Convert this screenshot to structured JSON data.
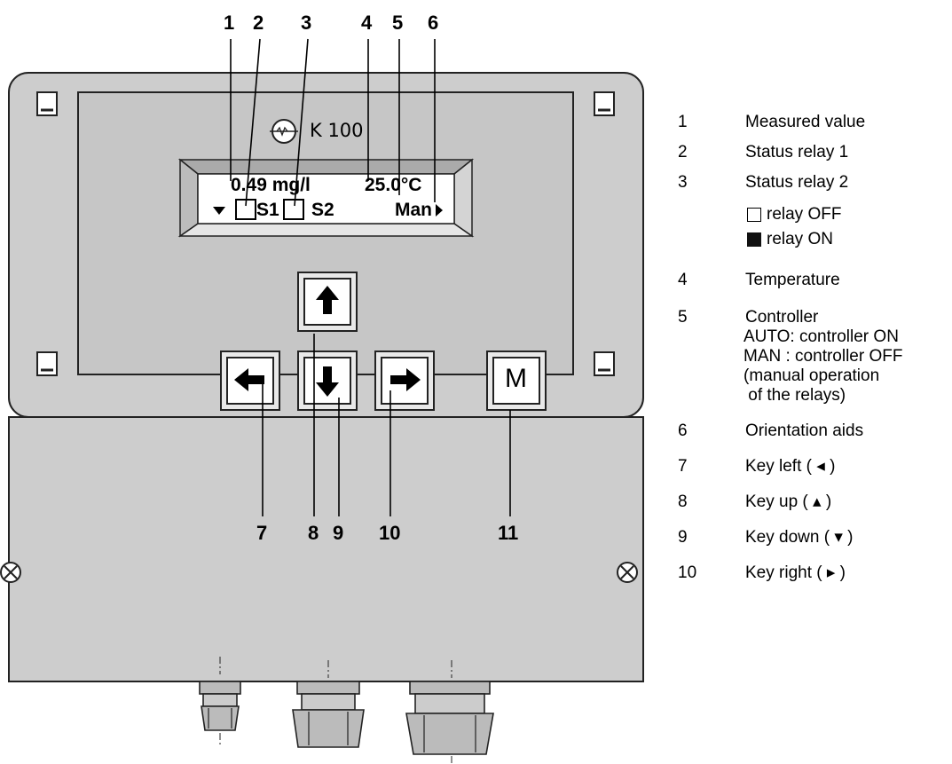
{
  "device": {
    "model_label": "K 100",
    "lcd": {
      "measured_value": "0.49 mg/l",
      "temperature": "25.0°C",
      "relay1_label": "S1",
      "relay2_label": "S2",
      "controller_mode": "Man"
    },
    "key_m_label": "M"
  },
  "callouts_top": [
    "1",
    "2",
    "3",
    "4",
    "5",
    "6"
  ],
  "callouts_bottom": [
    "7",
    "8",
    "9",
    "10",
    "11"
  ],
  "legend": [
    {
      "num": "1",
      "desc": "Measured value"
    },
    {
      "num": "2",
      "desc": "Status relay 1"
    },
    {
      "num": "3",
      "desc": "Status relay 2"
    },
    {
      "num": "4",
      "desc": "Temperature"
    },
    {
      "num": "5",
      "desc": "Controller"
    },
    {
      "num": "6",
      "desc": "Orientation aids"
    },
    {
      "num": "7",
      "desc": "Key left ( ◂ )"
    },
    {
      "num": "8",
      "desc": "Key up ( ▴ )"
    },
    {
      "num": "9",
      "desc": "Key down ( ▾ )"
    },
    {
      "num": "10",
      "desc": "Key right ( ▸ )"
    }
  ],
  "relay_states": {
    "off": "relay OFF",
    "on": "relay ON"
  },
  "controller_details": [
    "AUTO: controller ON",
    "MAN : controller OFF",
    "(manual operation",
    " of the relays)"
  ]
}
